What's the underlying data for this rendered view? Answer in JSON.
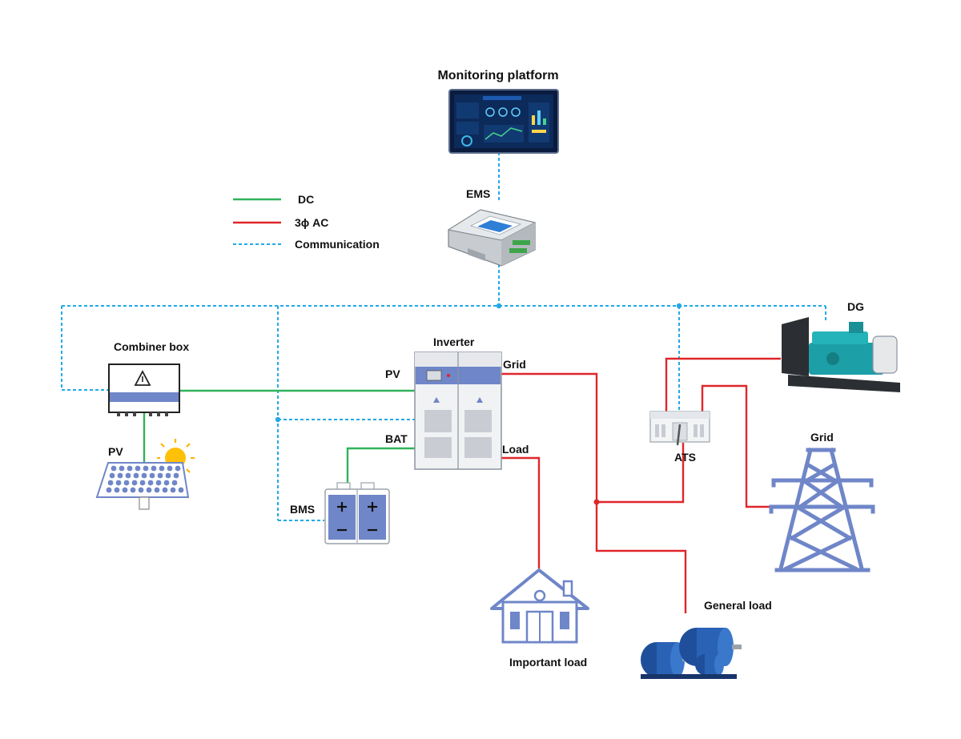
{
  "diagram": {
    "title": "Monitoring platform",
    "legend": {
      "dc": "DC",
      "ac": "3ϕ AC",
      "comm": "Communication"
    },
    "colors": {
      "dc": "#2fb35a",
      "ac": "#e0262a",
      "comm": "#22a9e6",
      "device_blue": "#6f86c8"
    },
    "labels": {
      "ems": "EMS",
      "combiner": "Combiner box",
      "pv_panel": "PV",
      "inverter": "Inverter",
      "port_pv": "PV",
      "port_bat": "BAT",
      "port_grid": "Grid",
      "port_load": "Load",
      "bms": "BMS",
      "ats": "ATS",
      "dg": "DG",
      "grid_tower": "Grid",
      "important_load": "Important load",
      "general_load": "General load"
    }
  }
}
